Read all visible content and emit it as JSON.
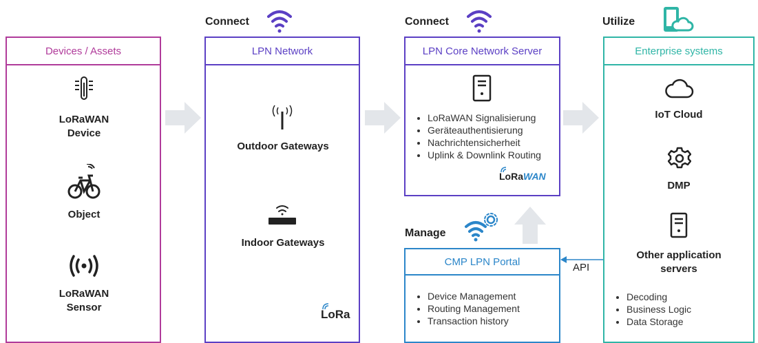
{
  "stages": {
    "connect1": "Connect",
    "connect2": "Connect",
    "utilize": "Utilize",
    "manage": "Manage"
  },
  "devices": {
    "title": "Devices / Assets",
    "items": [
      {
        "label": "LoRaWAN\nDevice",
        "icon": "thermometer-icon"
      },
      {
        "label": "Object",
        "icon": "bicycle-icon"
      },
      {
        "label": "LoRaWAN\nSensor",
        "icon": "sensor-waves-icon"
      }
    ]
  },
  "network": {
    "title": "LPN Network",
    "items": [
      {
        "label": "Outdoor Gateways",
        "icon": "antenna-icon"
      },
      {
        "label": "Indoor Gateways",
        "icon": "router-icon"
      }
    ],
    "logo": "LoRa"
  },
  "core": {
    "title": "LPN Core Network Server",
    "icon": "server-icon",
    "bullets": [
      "LoRaWAN Signalisierung",
      "Geräteauthentisierung",
      "Nachrichtensicherheit",
      "Uplink & Downlink Routing"
    ],
    "logo_a": "LoRa",
    "logo_b": "WAN"
  },
  "portal": {
    "title": "CMP LPN Portal",
    "bullets": [
      "Device Management",
      "Routing Management",
      "Transaction history"
    ],
    "api": "API"
  },
  "enterprise": {
    "title": "Enterprise systems",
    "items": [
      {
        "label": "IoT Cloud",
        "icon": "cloud-icon"
      },
      {
        "label": "DMP",
        "icon": "gear-icon"
      },
      {
        "label": "Other application servers",
        "icon": "server-icon"
      }
    ],
    "bullets": [
      "Decoding",
      "Business Logic",
      "Data Storage"
    ]
  },
  "colors": {
    "devices": "#b03a9a",
    "network": "#5b3fc4",
    "core": "#5b3fc4",
    "portal": "#2b86c9",
    "enterprise": "#2fb5a6",
    "arrow": "#e3e6ea"
  }
}
